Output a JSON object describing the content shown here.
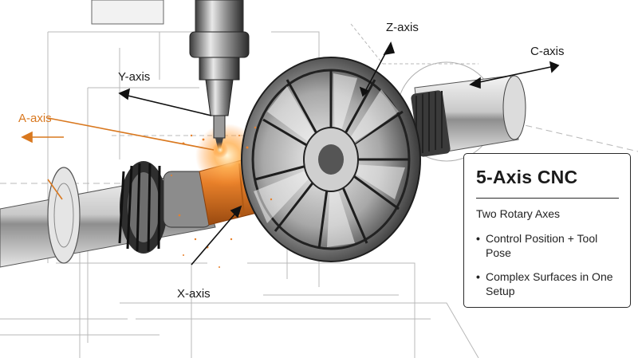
{
  "labels": {
    "z_axis": "Z-axis",
    "c_axis": "C-axis",
    "y_axis": "Y-axis",
    "a_axis": "A-axis",
    "x_axis": "X-axis"
  },
  "colors": {
    "accent": "#d9781f",
    "ink": "#1a1a1a",
    "line": "#9a9a9a",
    "metal_dark": "#2e2e2e",
    "metal_light": "#d9d9d9",
    "glow": "#f0a050"
  },
  "info_card": {
    "title": "5-Axis CNC",
    "subtitle": "Two Rotary Axes",
    "bullets": [
      {
        "marker": "•",
        "text": "Control Position + Tool Pose"
      },
      {
        "marker": "•",
        "text": "Complex Surfaces in One Setup"
      }
    ]
  }
}
